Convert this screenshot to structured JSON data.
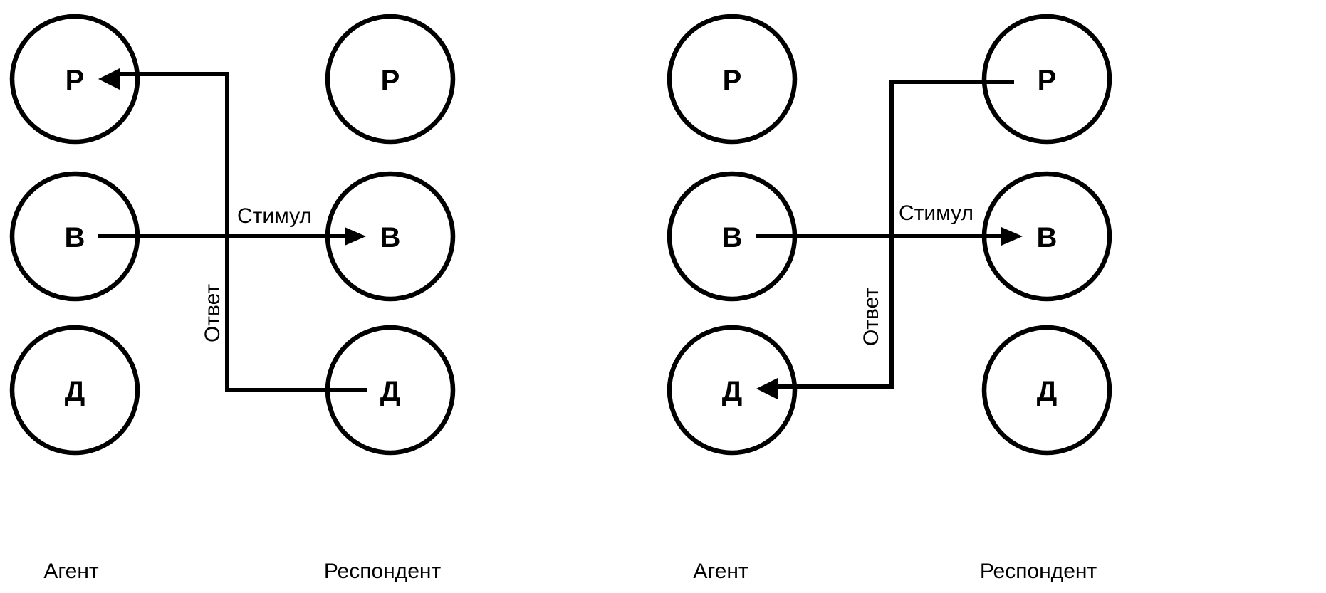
{
  "diagrams": [
    {
      "agent": {
        "label": "Агент",
        "states": {
          "parent": "Р",
          "adult": "В",
          "child": "Д"
        }
      },
      "respondent": {
        "label": "Респондент",
        "states": {
          "parent": "Р",
          "adult": "В",
          "child": "Д"
        }
      },
      "stimulus": {
        "label": "Стимул",
        "from": "agent.adult",
        "to": "respondent.adult"
      },
      "response": {
        "label": "Ответ",
        "from": "respondent.child",
        "to": "agent.parent"
      }
    },
    {
      "agent": {
        "label": "Агент",
        "states": {
          "parent": "Р",
          "adult": "В",
          "child": "Д"
        }
      },
      "respondent": {
        "label": "Респондент",
        "states": {
          "parent": "Р",
          "adult": "В",
          "child": "Д"
        }
      },
      "stimulus": {
        "label": "Стимул",
        "from": "agent.adult",
        "to": "respondent.adult"
      },
      "response": {
        "label": "Ответ",
        "from": "respondent.parent",
        "to": "agent.child"
      }
    }
  ]
}
